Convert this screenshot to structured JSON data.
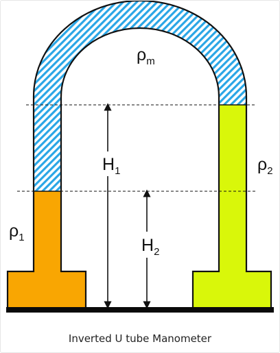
{
  "labels": {
    "rho_m": {
      "symbol": "ρ",
      "subscript": "m"
    },
    "rho_1": {
      "symbol": "ρ",
      "subscript": "1"
    },
    "rho_2": {
      "symbol": "ρ",
      "subscript": "2"
    },
    "h_1": {
      "symbol": "H",
      "subscript": "1"
    },
    "h_2": {
      "symbol": "H",
      "subscript": "2"
    }
  },
  "caption": "Inverted U tube Manometer",
  "colors": {
    "manometer_fluid_hatch": "#2aa6e6",
    "fluid_1": "#f9a602",
    "fluid_2": "#d9f70a",
    "outline": "#111111",
    "base": "#0a0a0a"
  },
  "icons": {
    "h1_arrow": "double-arrow-vertical",
    "h2_arrow": "double-arrow-vertical"
  }
}
